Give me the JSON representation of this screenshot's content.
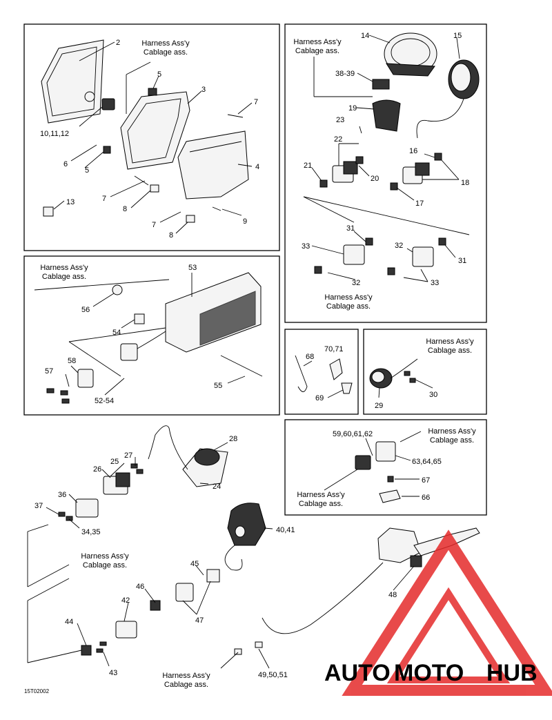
{
  "harness_label": {
    "line1": "Harness Ass'y",
    "line2": "Cablage ass."
  },
  "callouts": [
    {
      "id": "c2",
      "text": "2"
    },
    {
      "id": "c3",
      "text": "3"
    },
    {
      "id": "c4",
      "text": "4"
    },
    {
      "id": "c5a",
      "text": "5"
    },
    {
      "id": "c5b",
      "text": "5"
    },
    {
      "id": "c6",
      "text": "6"
    },
    {
      "id": "c7a",
      "text": "7"
    },
    {
      "id": "c7b",
      "text": "7"
    },
    {
      "id": "c7c",
      "text": "7"
    },
    {
      "id": "c8a",
      "text": "8"
    },
    {
      "id": "c8b",
      "text": "8"
    },
    {
      "id": "c9",
      "text": "9"
    },
    {
      "id": "c10",
      "text": "10,11,12"
    },
    {
      "id": "c13",
      "text": "13"
    },
    {
      "id": "c14",
      "text": "14"
    },
    {
      "id": "c15",
      "text": "15"
    },
    {
      "id": "c16",
      "text": "16"
    },
    {
      "id": "c17",
      "text": "17"
    },
    {
      "id": "c18",
      "text": "18"
    },
    {
      "id": "c19",
      "text": "19"
    },
    {
      "id": "c20",
      "text": "20"
    },
    {
      "id": "c21",
      "text": "21"
    },
    {
      "id": "c22",
      "text": "22"
    },
    {
      "id": "c23",
      "text": "23"
    },
    {
      "id": "c38",
      "text": "38-39"
    },
    {
      "id": "c31a",
      "text": "31"
    },
    {
      "id": "c31b",
      "text": "31"
    },
    {
      "id": "c32a",
      "text": "32"
    },
    {
      "id": "c32b",
      "text": "32"
    },
    {
      "id": "c33a",
      "text": "33"
    },
    {
      "id": "c33b",
      "text": "33"
    },
    {
      "id": "c53",
      "text": "53"
    },
    {
      "id": "c54",
      "text": "54"
    },
    {
      "id": "c55",
      "text": "55"
    },
    {
      "id": "c56",
      "text": "56"
    },
    {
      "id": "c57",
      "text": "57"
    },
    {
      "id": "c58",
      "text": "58"
    },
    {
      "id": "c5254",
      "text": "52-54"
    },
    {
      "id": "c68",
      "text": "68"
    },
    {
      "id": "c70",
      "text": "70,71"
    },
    {
      "id": "c69",
      "text": "69"
    },
    {
      "id": "c29",
      "text": "29"
    },
    {
      "id": "c30",
      "text": "30"
    },
    {
      "id": "c59",
      "text": "59,60,61,62"
    },
    {
      "id": "c63",
      "text": "63,64,65"
    },
    {
      "id": "c66",
      "text": "66"
    },
    {
      "id": "c67",
      "text": "67"
    },
    {
      "id": "c24",
      "text": "24"
    },
    {
      "id": "c25",
      "text": "25"
    },
    {
      "id": "c26",
      "text": "26"
    },
    {
      "id": "c27",
      "text": "27"
    },
    {
      "id": "c28",
      "text": "28"
    },
    {
      "id": "c34",
      "text": "34,35"
    },
    {
      "id": "c36",
      "text": "36"
    },
    {
      "id": "c37",
      "text": "37"
    },
    {
      "id": "c40",
      "text": "40,41"
    },
    {
      "id": "c42",
      "text": "42"
    },
    {
      "id": "c43",
      "text": "43"
    },
    {
      "id": "c44",
      "text": "44"
    },
    {
      "id": "c45",
      "text": "45"
    },
    {
      "id": "c46",
      "text": "46"
    },
    {
      "id": "c47",
      "text": "47"
    },
    {
      "id": "c48",
      "text": "48"
    },
    {
      "id": "c49",
      "text": "49,50,51"
    }
  ],
  "figure_code": "15T02002",
  "watermark": {
    "part1": "AUTO",
    "part2": "MOTO",
    "part3": "HUB"
  },
  "colors": {
    "watermark_red": "#e52b2b",
    "watermark_orange": "#f5a623",
    "watermark_gray": "#7a7a7a",
    "line": "#000000"
  }
}
